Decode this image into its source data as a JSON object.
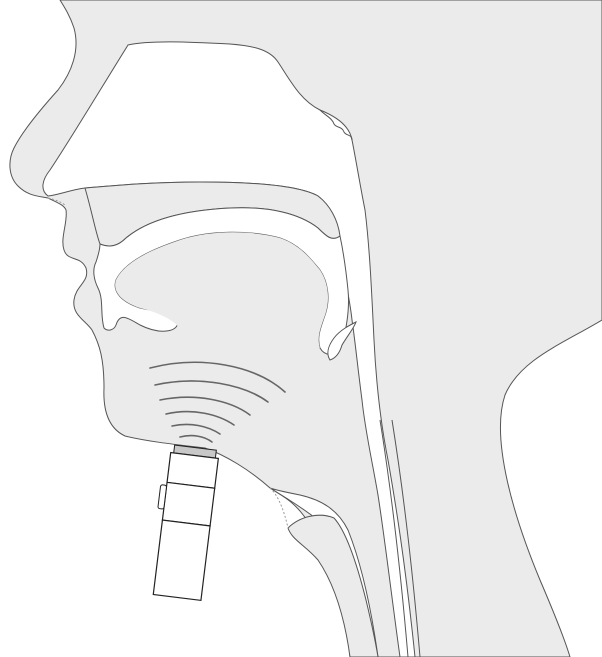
{
  "figure": {
    "kind": "sagittal head cross-section with electrolarynx device",
    "colors": {
      "tissue_fill": "#ebebeb",
      "outline": "#555555",
      "device_fill": "#ffffff",
      "device_outline": "#222222",
      "device_cap": "#c8c8c8",
      "sound_waves": "#666666"
    },
    "icons": [
      "head-profile",
      "electrolarynx-device",
      "sound-wave-arcs"
    ],
    "sound_wave_count": 6
  }
}
